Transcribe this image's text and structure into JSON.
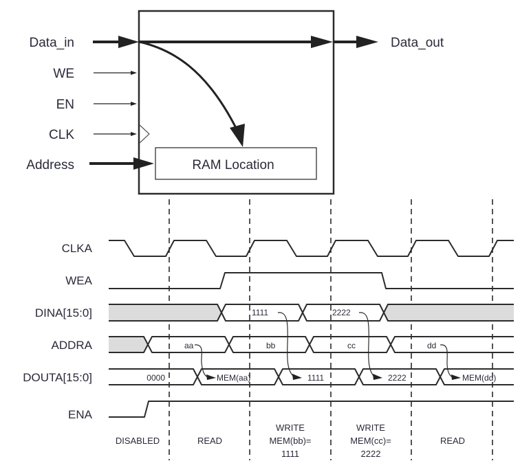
{
  "block_diagram": {
    "inputs": [
      {
        "name": "Data_in",
        "bus": true
      },
      {
        "name": "WE",
        "bus": false
      },
      {
        "name": "EN",
        "bus": false
      },
      {
        "name": "CLK",
        "bus": false,
        "clock": true
      },
      {
        "name": "Address",
        "bus": true
      }
    ],
    "output": "Data_out",
    "inner_block": "RAM Location"
  },
  "timing": {
    "signals": [
      {
        "name": "CLKA"
      },
      {
        "name": "WEA"
      },
      {
        "name": "DINA[15:0]"
      },
      {
        "name": "ADDRA"
      },
      {
        "name": "DOUTA[15:0]"
      },
      {
        "name": "ENA"
      }
    ],
    "dina_values": [
      "1111",
      "2222"
    ],
    "addra_values": [
      "aa",
      "bb",
      "cc",
      "dd"
    ],
    "douta_values": [
      "0000",
      "MEM(aa)",
      "1111",
      "2222",
      "MEM(dd)"
    ],
    "phases": [
      {
        "lines": [
          "DISABLED"
        ]
      },
      {
        "lines": [
          "READ"
        ]
      },
      {
        "lines": [
          "WRITE",
          "MEM(bb)=",
          "1111"
        ]
      },
      {
        "lines": [
          "WRITE",
          "MEM(cc)=",
          "2222"
        ]
      },
      {
        "lines": [
          "READ"
        ]
      }
    ]
  }
}
